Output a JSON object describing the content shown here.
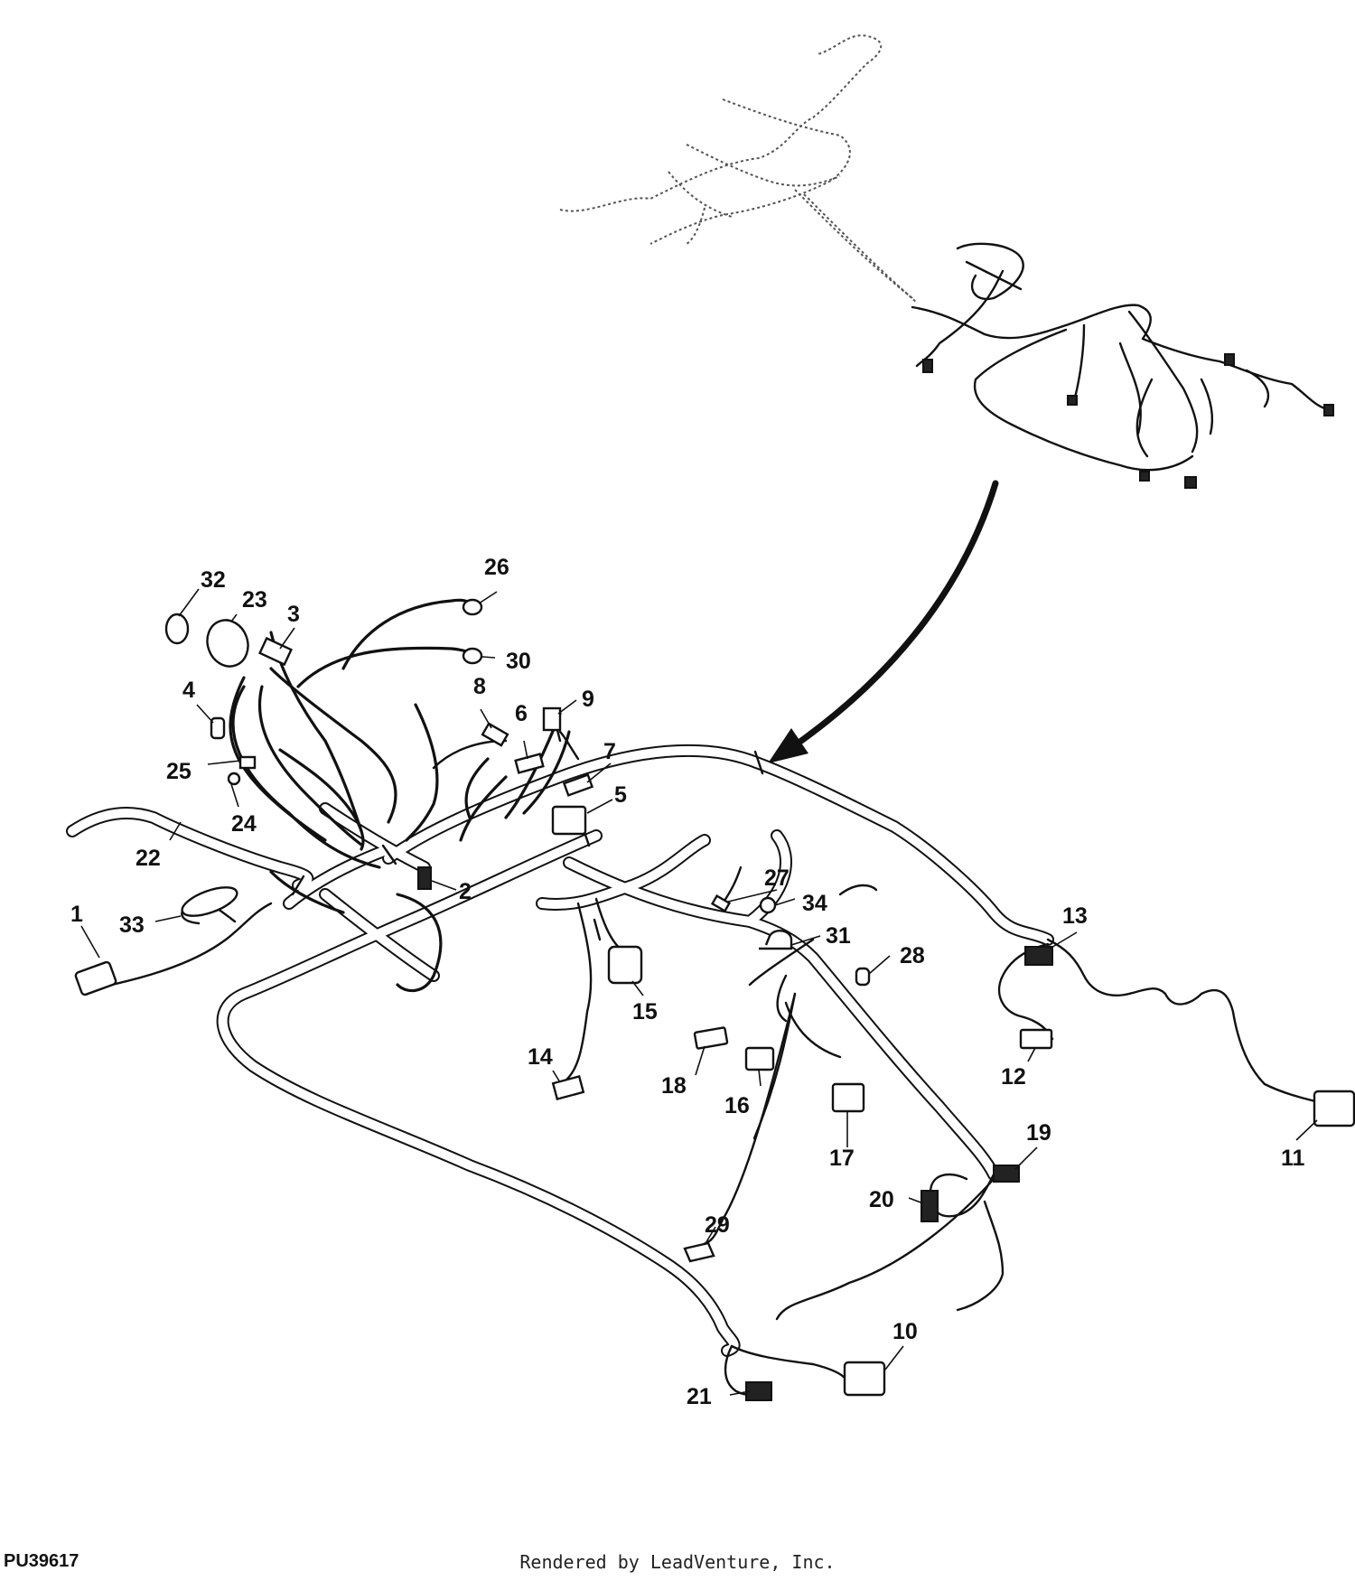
{
  "diagram": {
    "figure_id": "PU39617",
    "credit": "Rendered by LeadVenture, Inc.",
    "callouts": [
      {
        "id": "c1",
        "label": "1"
      },
      {
        "id": "c2",
        "label": "2"
      },
      {
        "id": "c3",
        "label": "3"
      },
      {
        "id": "c4",
        "label": "4"
      },
      {
        "id": "c5",
        "label": "5"
      },
      {
        "id": "c6",
        "label": "6"
      },
      {
        "id": "c7",
        "label": "7"
      },
      {
        "id": "c8",
        "label": "8"
      },
      {
        "id": "c9",
        "label": "9"
      },
      {
        "id": "c10",
        "label": "10"
      },
      {
        "id": "c11",
        "label": "11"
      },
      {
        "id": "c12",
        "label": "12"
      },
      {
        "id": "c13",
        "label": "13"
      },
      {
        "id": "c14",
        "label": "14"
      },
      {
        "id": "c15",
        "label": "15"
      },
      {
        "id": "c16",
        "label": "16"
      },
      {
        "id": "c17",
        "label": "17"
      },
      {
        "id": "c18",
        "label": "18"
      },
      {
        "id": "c19",
        "label": "19"
      },
      {
        "id": "c20",
        "label": "20"
      },
      {
        "id": "c21",
        "label": "21"
      },
      {
        "id": "c22",
        "label": "22"
      },
      {
        "id": "c23",
        "label": "23"
      },
      {
        "id": "c24",
        "label": "24"
      },
      {
        "id": "c25",
        "label": "25"
      },
      {
        "id": "c26",
        "label": "26"
      },
      {
        "id": "c27",
        "label": "27"
      },
      {
        "id": "c28",
        "label": "28"
      },
      {
        "id": "c29",
        "label": "29"
      },
      {
        "id": "c30",
        "label": "30"
      },
      {
        "id": "c31",
        "label": "31"
      },
      {
        "id": "c32",
        "label": "32"
      },
      {
        "id": "c33",
        "label": "33"
      },
      {
        "id": "c34",
        "label": "34"
      }
    ]
  }
}
